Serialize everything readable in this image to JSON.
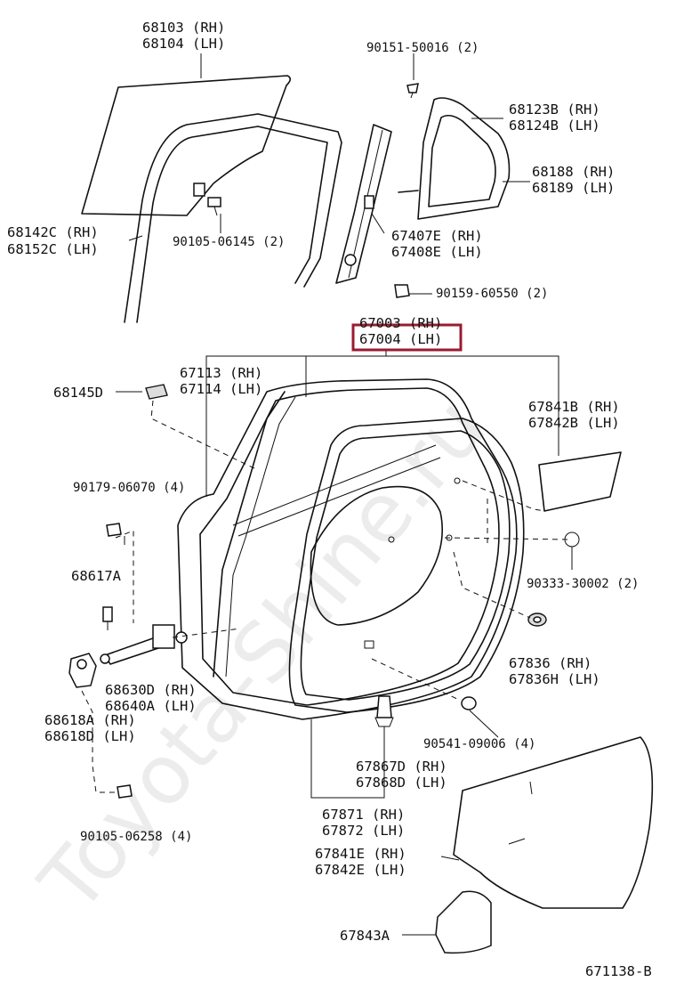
{
  "watermark": "Toyota-Shine.ru",
  "diagram_code": "671138-B",
  "highlight_color": "#9b1b30",
  "labels": {
    "p68103": "68103 (RH)",
    "p68104": "68104 (LH)",
    "p90151": "90151-50016 (2)",
    "p68123b": "68123B (RH)",
    "p68124b": "68124B (LH)",
    "p68188": "68188 (RH)",
    "p68189": "68189 (LH)",
    "p68142c": "68142C (RH)",
    "p68152c": "68152C (LH)",
    "p90105a": "90105-06145 (2)",
    "p67407e": "67407E (RH)",
    "p67408e": "67408E (LH)",
    "p90159": "90159-60550 (2)",
    "p67003": "67003 (RH)",
    "p67004": "67004 (LH)",
    "p67113": "67113 (RH)",
    "p67114": "67114 (LH)",
    "p68145d": "68145D",
    "p67841b": "67841B (RH)",
    "p67842b": "67842B (LH)",
    "p90179": "90179-06070 (4)",
    "p68617a": "68617A",
    "p90333": "90333-30002 (2)",
    "p68630d": "68630D (RH)",
    "p68640a": "68640A (LH)",
    "p67836": "67836  (RH)",
    "p67836h": "67836H (LH)",
    "p68618a": "68618A (RH)",
    "p68618d": "68618D (LH)",
    "p90541": "90541-09006 (4)",
    "p67867d": "67867D (RH)",
    "p67868d": "67868D (LH)",
    "p90105b": "90105-06258 (4)",
    "p67871": "67871 (RH)",
    "p67872": "67872 (LH)",
    "p67841e": "67841E (RH)",
    "p67842e": "67842E (LH)",
    "p67843a": "67843A"
  }
}
